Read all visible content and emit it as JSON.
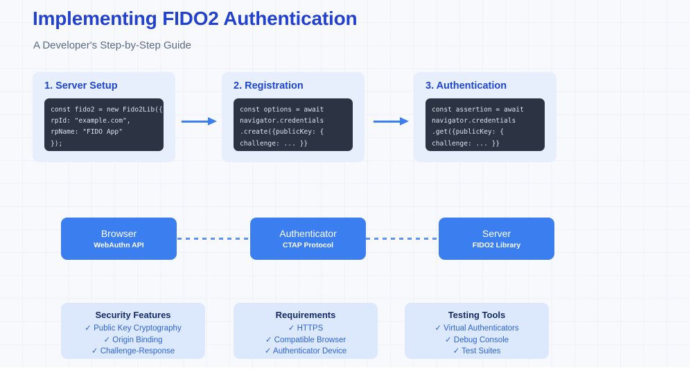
{
  "header": {
    "title": "Implementing FIDO2 Authentication",
    "subtitle": "A Developer's Step-by-Step Guide"
  },
  "colors": {
    "canvas": "#f7f9fc",
    "grid_line": "#eef1f6",
    "title_blue": "#2341cf",
    "subtitle_gray": "#5a6a85",
    "card_bg": "#e7eefc",
    "card_title": "#1f46cf",
    "code_bg": "#2c3444",
    "code_text": "#dde3ec",
    "arrow_blue": "#3b7ef0",
    "component_blue": "#3b7ef0",
    "dash_blue": "#5b92f3",
    "panel_bg": "#dce9fd",
    "panel_title": "#152a66",
    "panel_item": "#2c62d8"
  },
  "steps": [
    {
      "title": "1. Server Setup",
      "code": [
        "const fido2 = new Fido2Lib({",
        "rpId: \"example.com\",",
        "rpName: \"FIDO App\"",
        "});"
      ]
    },
    {
      "title": "2. Registration",
      "code": [
        "const options = await",
        "navigator.credentials",
        ".create({publicKey: {",
        "challenge: ... }}"
      ]
    },
    {
      "title": "3. Authentication",
      "code": [
        "const assertion = await",
        "navigator.credentials",
        ".get({publicKey: {",
        "challenge: ... }}"
      ]
    }
  ],
  "arrows": [
    {
      "icon": "arrow-right-icon"
    },
    {
      "icon": "arrow-right-icon"
    }
  ],
  "components": [
    {
      "name": "Browser",
      "sub": "WebAuthn API"
    },
    {
      "name": "Authenticator",
      "sub": "CTAP Protocol"
    },
    {
      "name": "Server",
      "sub": "FIDO2 Library"
    }
  ],
  "connectors": [
    {
      "style": "dashed"
    },
    {
      "style": "dashed"
    }
  ],
  "panels": [
    {
      "title": "Security Features",
      "items": [
        "✓ Public Key Cryptography",
        "✓ Origin Binding",
        "✓ Challenge-Response"
      ]
    },
    {
      "title": "Requirements",
      "items": [
        "✓ HTTPS",
        "✓ Compatible Browser",
        "✓ Authenticator Device"
      ]
    },
    {
      "title": "Testing Tools",
      "items": [
        "✓ Virtual Authenticators",
        "✓ Debug Console",
        "✓ Test Suites"
      ]
    }
  ]
}
